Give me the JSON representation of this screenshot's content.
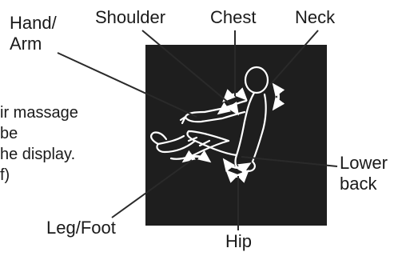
{
  "labels": {
    "hand_arm": [
      "Hand/",
      "Arm"
    ],
    "shoulder": "Shoulder",
    "chest": "Chest",
    "neck": "Neck",
    "lower_back": [
      "Lower",
      "back"
    ],
    "leg_foot": "Leg/Foot",
    "hip": "Hip"
  },
  "body_text": [
    "ir massage",
    "be",
    "he display.",
    "f)"
  ],
  "colors": {
    "panel": "#1e1e1e",
    "figure_outline": "#ffffff",
    "leader": "#2a2a2a",
    "text": "#1a1a1a"
  },
  "icons": {
    "arrows": "curved-double-arrow"
  }
}
